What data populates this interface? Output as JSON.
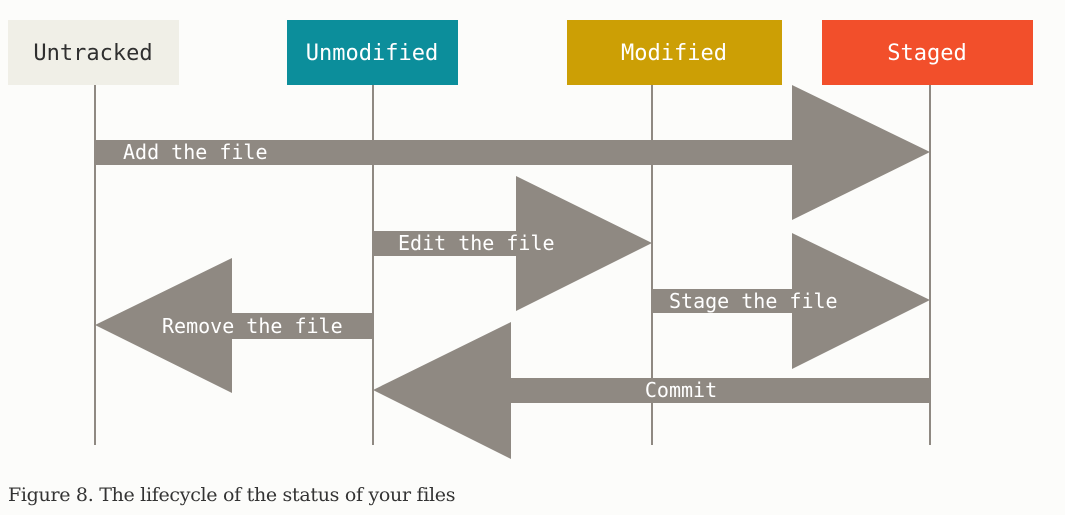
{
  "states": [
    {
      "id": "untracked",
      "label": "Untracked",
      "fill": "#f0efe7",
      "text_color": "#2f2f2f"
    },
    {
      "id": "unmodified",
      "label": "Unmodified",
      "fill": "#0c8e9b",
      "text_color": "#ffffff"
    },
    {
      "id": "modified",
      "label": "Modified",
      "fill": "#cc9f05",
      "text_color": "#ffffff"
    },
    {
      "id": "staged",
      "label": "Staged",
      "fill": "#f24f2b",
      "text_color": "#ffffff"
    }
  ],
  "transitions": [
    {
      "id": "add-the-file",
      "label": "Add the file",
      "from": "untracked",
      "to": "staged"
    },
    {
      "id": "edit-the-file",
      "label": "Edit the file",
      "from": "unmodified",
      "to": "modified"
    },
    {
      "id": "remove-the-file",
      "label": "Remove the file",
      "from": "unmodified",
      "to": "untracked"
    },
    {
      "id": "stage-the-file",
      "label": "Stage the file",
      "from": "modified",
      "to": "staged"
    },
    {
      "id": "commit",
      "label": "Commit",
      "from": "staged",
      "to": "unmodified"
    }
  ],
  "colors": {
    "arrow": "#8f8982",
    "lifeline": "#8f8982",
    "background": "#fcfcfa"
  },
  "caption": "Figure 8. The lifecycle of the status of your files"
}
